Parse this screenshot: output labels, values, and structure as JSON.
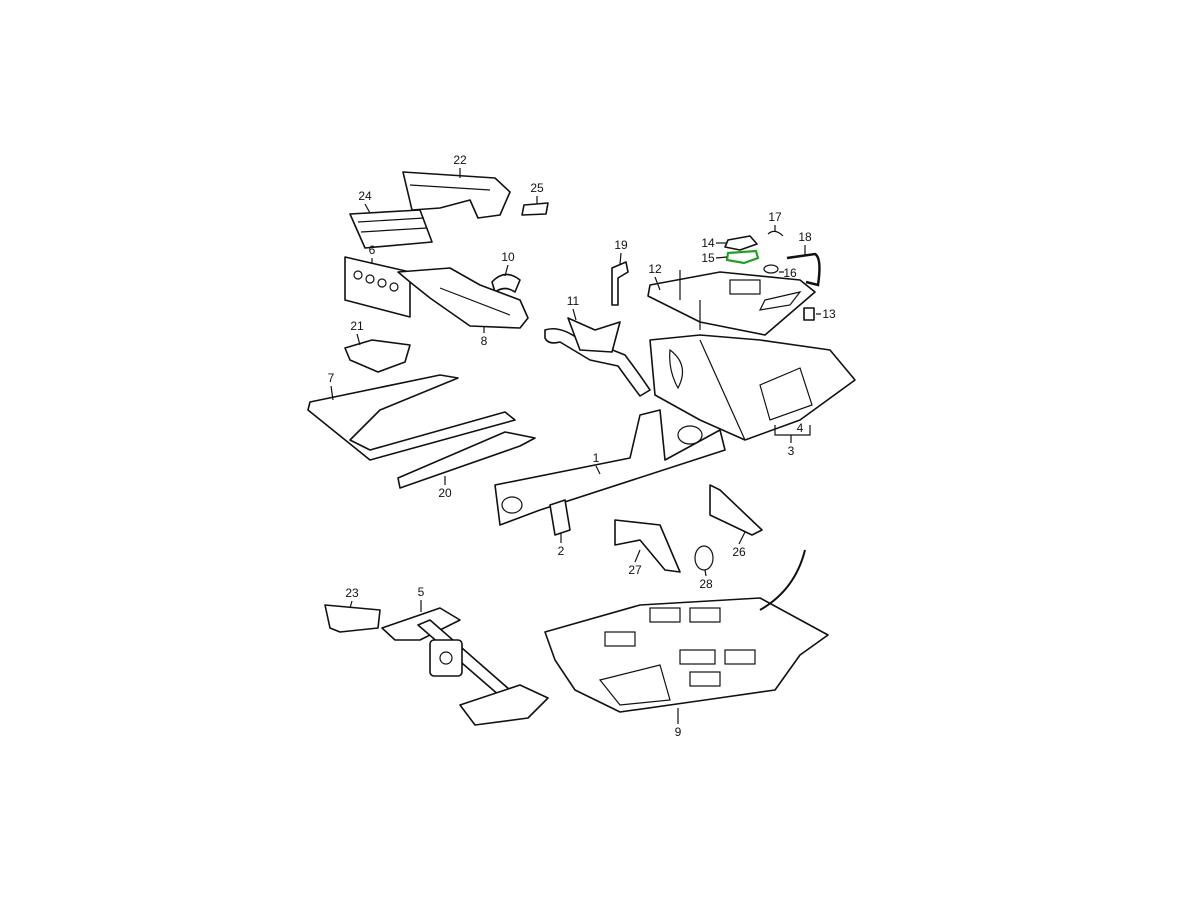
{
  "diagram": {
    "highlight_color": "#22a022",
    "highlighted_part": "15",
    "callouts": [
      {
        "id": "1",
        "label": "1"
      },
      {
        "id": "2",
        "label": "2"
      },
      {
        "id": "3",
        "label": "3"
      },
      {
        "id": "4",
        "label": "4"
      },
      {
        "id": "5",
        "label": "5"
      },
      {
        "id": "6",
        "label": "6"
      },
      {
        "id": "7",
        "label": "7"
      },
      {
        "id": "8",
        "label": "8"
      },
      {
        "id": "9",
        "label": "9"
      },
      {
        "id": "10",
        "label": "10"
      },
      {
        "id": "11",
        "label": "11"
      },
      {
        "id": "12",
        "label": "12"
      },
      {
        "id": "13",
        "label": "13"
      },
      {
        "id": "14",
        "label": "14"
      },
      {
        "id": "15",
        "label": "15"
      },
      {
        "id": "16",
        "label": "16"
      },
      {
        "id": "17",
        "label": "17"
      },
      {
        "id": "18",
        "label": "18"
      },
      {
        "id": "19",
        "label": "19"
      },
      {
        "id": "20",
        "label": "20"
      },
      {
        "id": "21",
        "label": "21"
      },
      {
        "id": "22",
        "label": "22"
      },
      {
        "id": "23",
        "label": "23"
      },
      {
        "id": "24",
        "label": "24"
      },
      {
        "id": "25",
        "label": "25"
      },
      {
        "id": "26",
        "label": "26"
      },
      {
        "id": "27",
        "label": "27"
      },
      {
        "id": "28",
        "label": "28"
      }
    ]
  }
}
